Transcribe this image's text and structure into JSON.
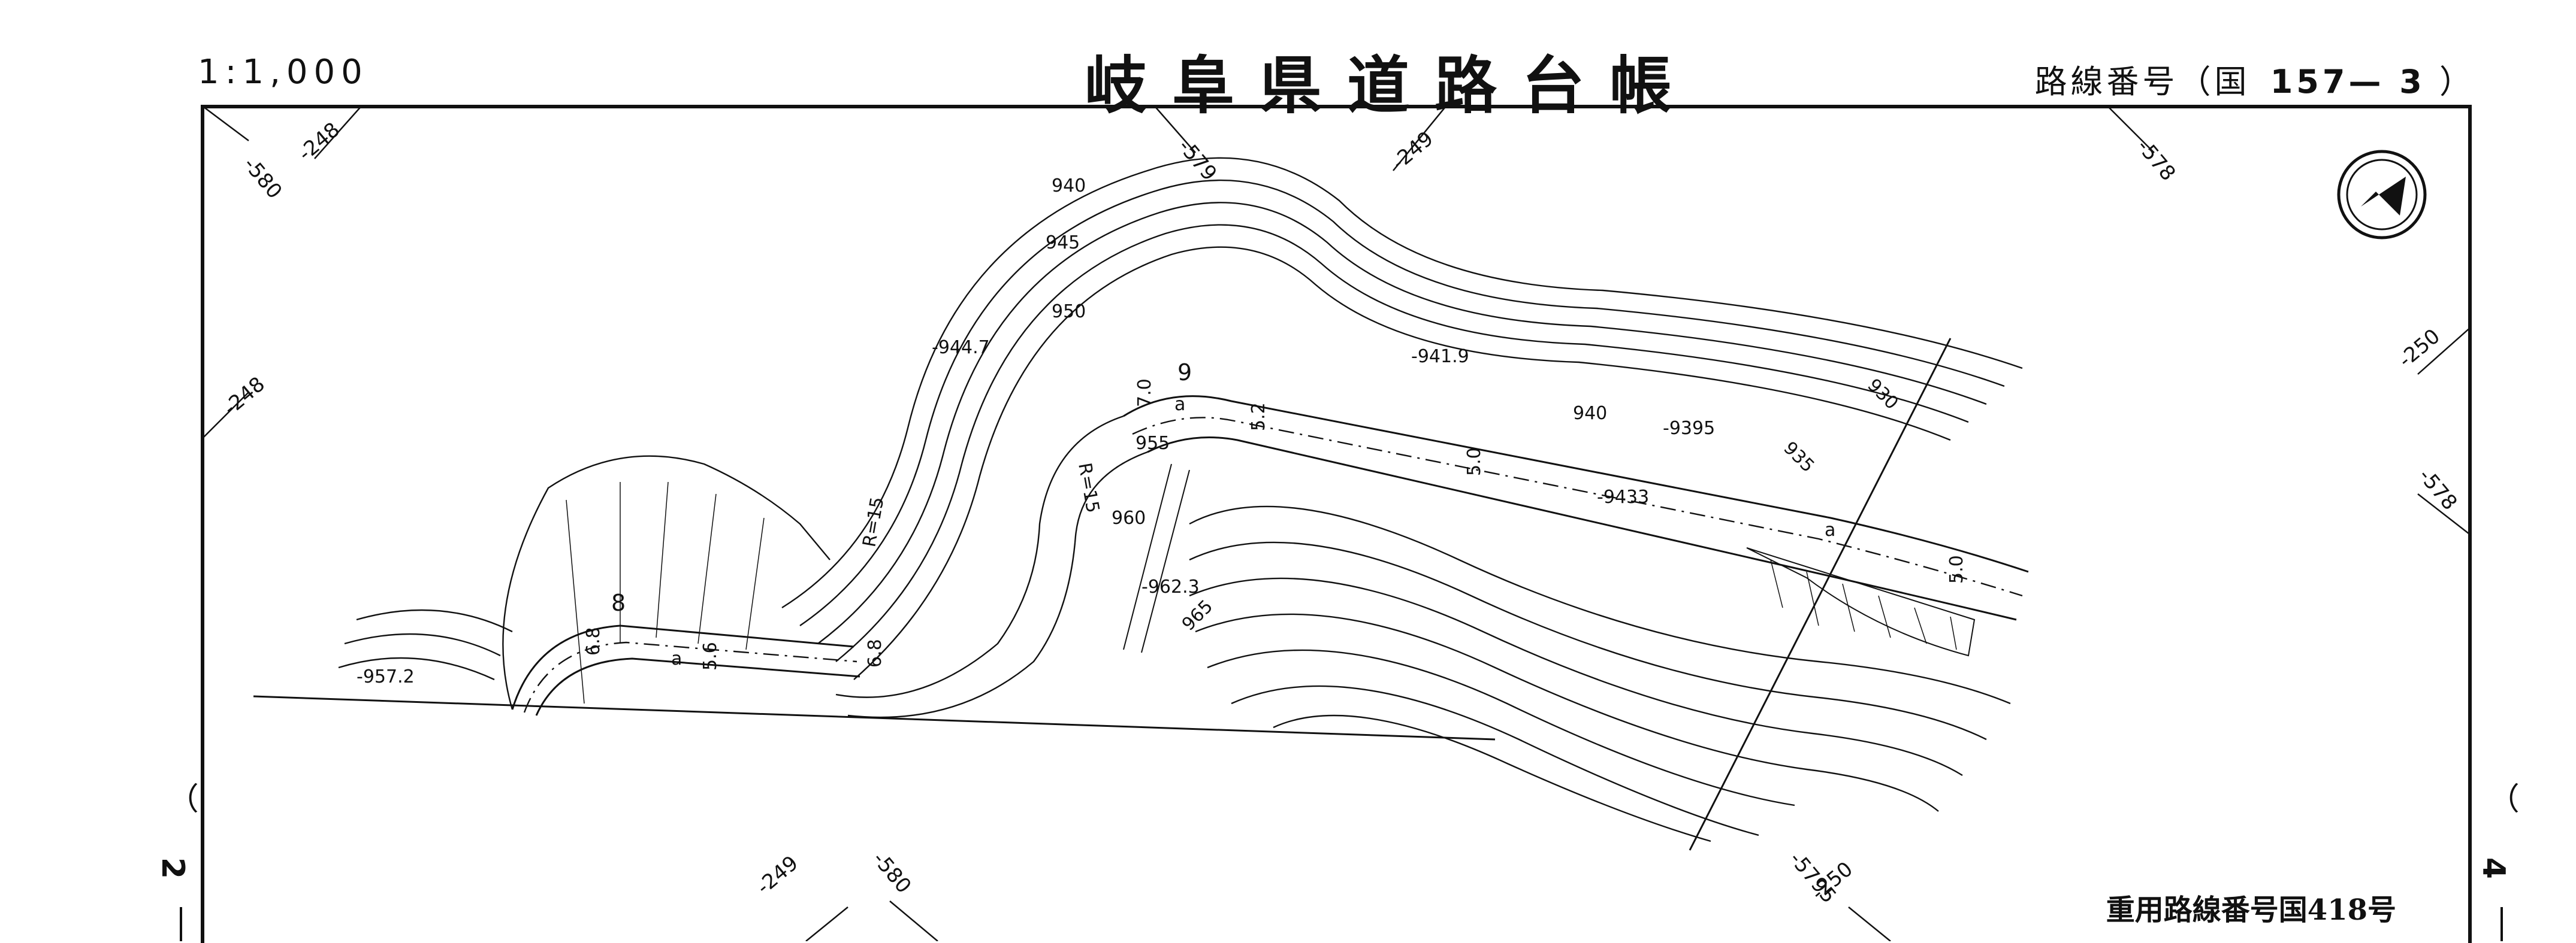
{
  "header": {
    "scale": "1:1,000",
    "title": "岐阜県道路台帳",
    "route_prefix": "路線番号（国",
    "route_number": "157— 3",
    "route_suffix": "）"
  },
  "footer": {
    "overlap_route": "重用路線番号国418号"
  },
  "sheet_links": {
    "left": "2",
    "right": "4"
  },
  "map": {
    "grid_labels": [
      "-580",
      "-248",
      "-579",
      "-249",
      "-578",
      "-248",
      "-250",
      "-578",
      "-249",
      "-580",
      "-5795",
      "-250"
    ],
    "elevations": [
      "940",
      "945",
      "950",
      "-944.7",
      "-941.9",
      "940",
      "-9395",
      "935",
      "930",
      "955",
      "960",
      "-962.3",
      "965",
      "-9433",
      "-957.2"
    ],
    "road_labels": [
      "9",
      "8",
      "R=15",
      "R=15",
      "a",
      "a",
      "a"
    ],
    "dimension_labels": [
      "7.0",
      "5.2",
      "5.0",
      "5.0",
      "6.8",
      "5.6",
      "6.8"
    ],
    "north_arrow": "north-arrow"
  }
}
